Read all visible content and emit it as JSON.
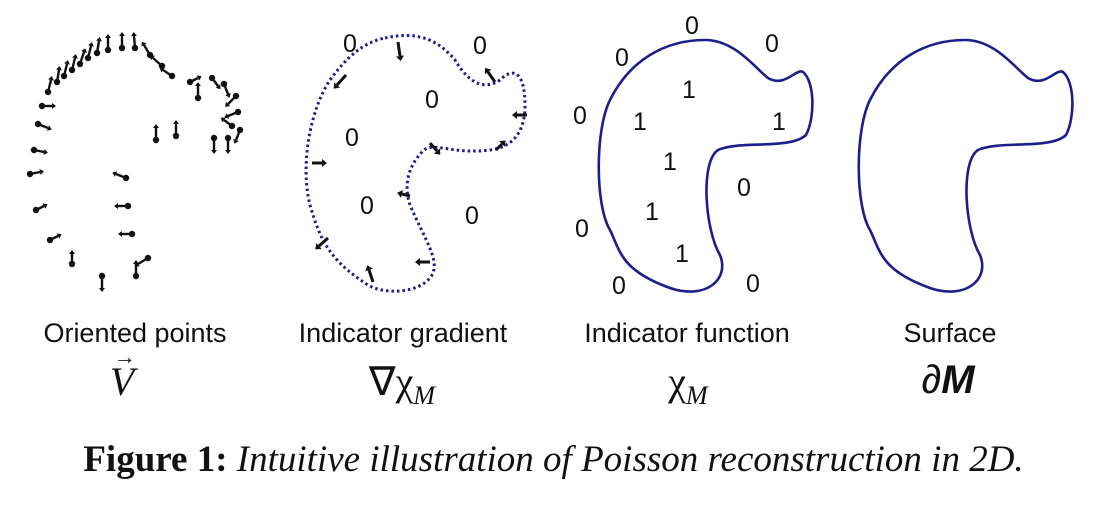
{
  "panels": [
    {
      "label": "Oriented points",
      "symbol": "V",
      "symbol_arrow": "→"
    },
    {
      "label": "Indicator gradient",
      "symbol": "∇χ",
      "symbol_sub": "M"
    },
    {
      "label": "Indicator function",
      "symbol": "χ",
      "symbol_sub": "M"
    },
    {
      "label": "Surface",
      "symbol": "∂",
      "symbol_it": "M"
    }
  ],
  "gradient_region_values": [
    "0",
    "0",
    "0",
    "0",
    "0",
    "0"
  ],
  "function_region_values": [
    "0",
    "0",
    "0",
    "0",
    "0",
    "0",
    "0",
    "0",
    "1",
    "1",
    "1",
    "1",
    "1",
    "1"
  ],
  "caption": {
    "number": "Figure 1:",
    "text": "Intuitive illustration of Poisson reconstruction in 2D."
  },
  "colors": {
    "curve": "#1a1f8c",
    "ink": "#111111"
  }
}
